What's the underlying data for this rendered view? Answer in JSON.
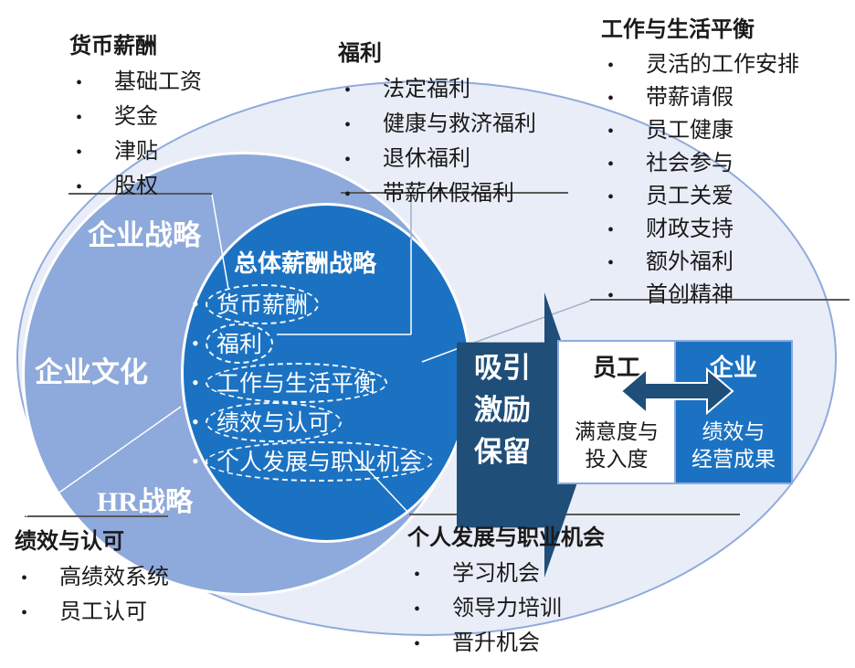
{
  "diagram_title": "总体薪酬战略",
  "colors": {
    "outer_ellipse_fill": "#E9EDF7",
    "outer_ellipse_border": "#8FAADC",
    "middle_circle_fill": "#8EA9DB",
    "core_circle_fill": "#1B72C2",
    "arrow_fill": "#1F4E79",
    "box_border": "#8EA9DB",
    "text": "#1A1A1A",
    "underline": "#595959"
  },
  "rings": {
    "corporate_strategy": "企业战略",
    "corporate_culture": "企业文化",
    "hr_strategy": "HR战略"
  },
  "core": {
    "title": "总体薪酬战略",
    "items": [
      "货币薪酬",
      "福利",
      "工作与生活平衡",
      "绩效与认可",
      "个人发展与职业机会"
    ]
  },
  "lists": {
    "monetary": {
      "title": "货币薪酬",
      "items": [
        "基础工资",
        "奖金",
        "津贴",
        "股权"
      ]
    },
    "benefits": {
      "title": "福利",
      "items": [
        "法定福利",
        "健康与救济福利",
        "退休福利",
        "带薪休假福利"
      ]
    },
    "worklife": {
      "title": "工作与生活平衡",
      "items": [
        "灵活的工作安排",
        "带薪请假",
        "员工健康",
        "社会参与",
        "员工关爱",
        "财政支持",
        "额外福利",
        "首创精神"
      ]
    },
    "performance": {
      "title": "绩效与认可",
      "items": [
        "高绩效系统",
        "员工认可"
      ]
    },
    "development": {
      "title": "个人发展与职业机会",
      "items": [
        "学习机会",
        "领导力培训",
        "晋升机会"
      ]
    }
  },
  "arrow": {
    "lines": [
      "吸引",
      "激励",
      "保留"
    ]
  },
  "outcome": {
    "employee": {
      "title": "员工",
      "subtitle_line1": "满意度与",
      "subtitle_line2": "投入度"
    },
    "company": {
      "title": "企业",
      "subtitle_line1": "绩效与",
      "subtitle_line2": "经营成果"
    }
  }
}
